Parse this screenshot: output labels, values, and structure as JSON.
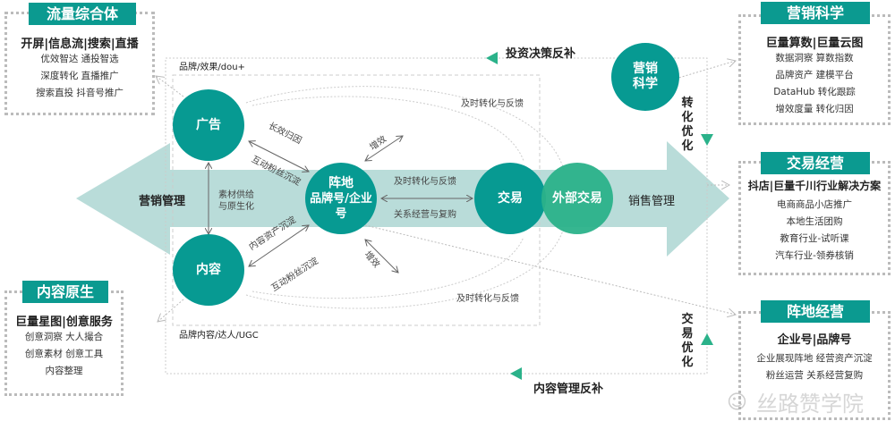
{
  "colors": {
    "teal": "#079a92",
    "green": "#2bb28a",
    "band": "#b9dcd9"
  },
  "center": {
    "ad": "广告",
    "content": "内容",
    "position_line1": "阵地",
    "position_line2": "品牌号/企业号",
    "trade": "交易",
    "external_trade": "外部交易",
    "marketing_science": "营销科学",
    "marketing_mgmt": "营销管理",
    "sales_mgmt": "销售管理",
    "material_supply": "素材供给与原生化",
    "long_attr": "长效归因",
    "fan_deposit_1": "互动粉丝沉淀",
    "content_asset": "内容资产沉淀",
    "fan_deposit_2": "互动粉丝沉淀",
    "boost_top": "增效",
    "boost_bottom": "增效",
    "timely_mid": "及时转化与反馈",
    "relation": "关系经营与复购",
    "timely_top": "及时转化与反馈",
    "timely_bottom": "及时转化与反馈",
    "brand_effect": "品牌/效果/dou+",
    "brand_content": "品牌内容/达人/UGC",
    "invest_feedback": "投资决策反补",
    "content_feedback": "内容管理反补",
    "conv_opt": "转化优化",
    "trade_opt": "交易优化"
  },
  "boxes": {
    "traffic": {
      "title": "流量综合体",
      "main": "开屏|信息流|搜索|直播",
      "items": [
        "优效智达 通投智选",
        "深度转化 直播推广",
        "搜索直投 抖音号推广"
      ]
    },
    "content": {
      "title": "内容原生",
      "main": "巨量星图|创意服务",
      "items": [
        "创意洞察 大人撮合",
        "创意素材 创意工具",
        "内容整理"
      ]
    },
    "science": {
      "title": "营销科学",
      "main": "巨量算数|巨量云图",
      "items": [
        "数据洞察 算数指数",
        "品牌资产 建模平台",
        "DataHub 转化跟踪",
        "增效度量 转化归因"
      ]
    },
    "trade": {
      "title": "交易经营",
      "main": "抖店|巨量千川行业解决方案",
      "items": [
        "电商商品小店推广",
        "本地生活团购",
        "教育行业-试听课",
        "汽车行业-领券核销"
      ]
    },
    "position": {
      "title": "阵地经营",
      "main": "企业号|品牌号",
      "items": [
        "企业展现阵地 经营资产沉淀",
        "粉丝运营 关系经营复购"
      ]
    }
  },
  "watermark": "丝路赞学院"
}
